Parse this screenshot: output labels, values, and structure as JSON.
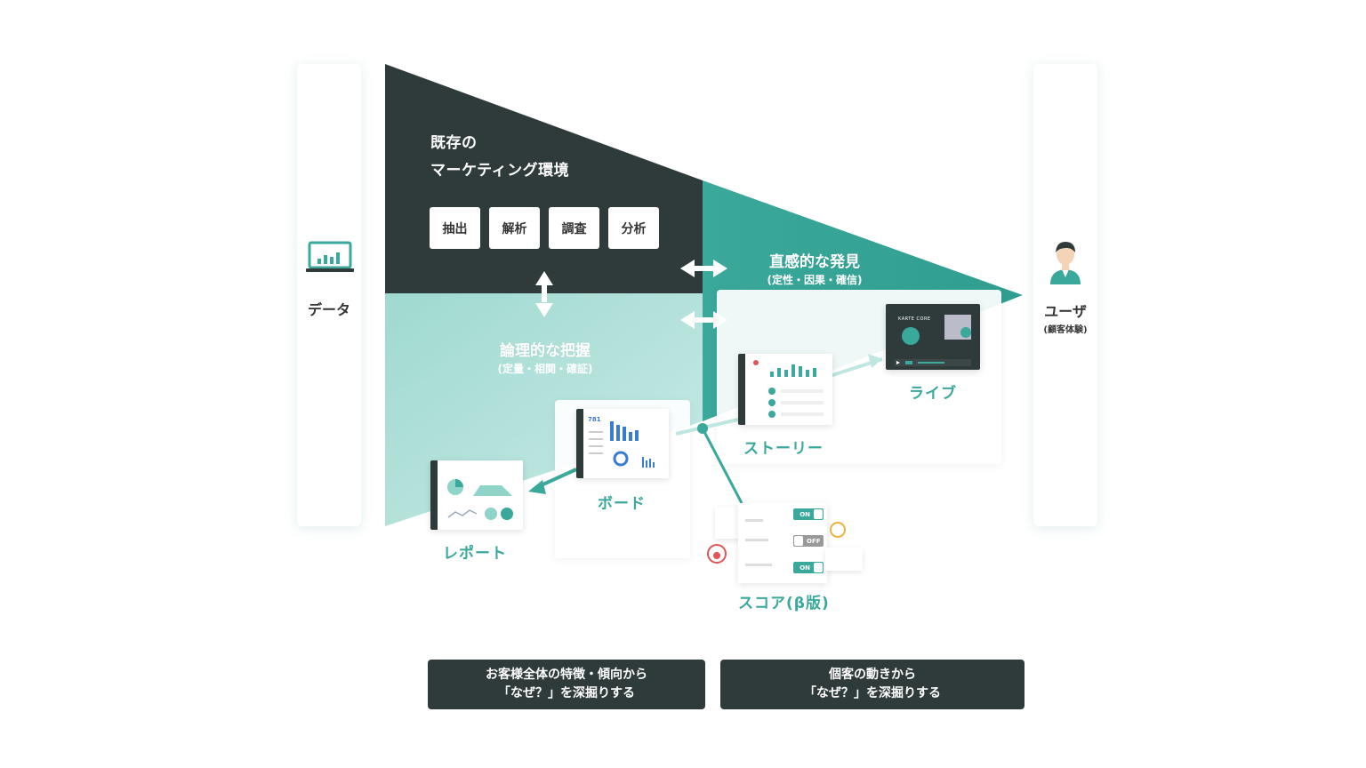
{
  "data_column": {
    "label": "データ",
    "icon": "laptop-chart-icon"
  },
  "user_column": {
    "label": "ユーザ",
    "sublabel": "(顧客体験)",
    "icon": "user-avatar-icon"
  },
  "existing": {
    "title_line1": "既存の",
    "title_line2": "マーケティング環境",
    "tools": [
      "抽出",
      "解析",
      "調査",
      "分析"
    ]
  },
  "logical": {
    "title": "論理的な把握",
    "sub": "(定量・相関・確証)"
  },
  "intuitive": {
    "title": "直感的な発見",
    "sub": "(定性・因果・確信)"
  },
  "features": {
    "report": "レポート",
    "board": "ボード",
    "story": "ストーリー",
    "live": "ライブ",
    "score": "スコア(β版)"
  },
  "board_card_number": "781",
  "live_screen_title": "KARTE CORE",
  "toggles": [
    "ON",
    "OFF",
    "ON"
  ],
  "bottom": {
    "left_line1": "お客様全体の特徴・傾向から",
    "left_line2": "「なぜ？」を深掘りする",
    "right_line1": "個客の動きから",
    "right_line2": "「なぜ？」を深掘りする"
  },
  "colors": {
    "dark": "#2f3a3a",
    "teal": "#3aa89b",
    "teal_light": "#8fd3c9"
  }
}
